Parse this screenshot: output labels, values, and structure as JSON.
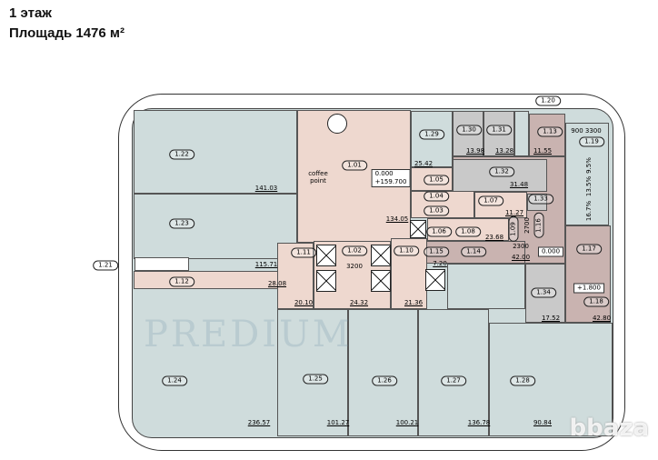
{
  "header": {
    "floor": "1 этаж",
    "area": "Площадь 1476 м²"
  },
  "rooms": {
    "r122": {
      "label": "1.22",
      "area": "141.03"
    },
    "r123": {
      "label": "1.23",
      "area": "115.71"
    },
    "r112": {
      "label": "1.12",
      "area": "28.08"
    },
    "r124": {
      "label": "1.24",
      "area": "236.57"
    },
    "r125": {
      "label": "1.25",
      "area": "101.27"
    },
    "r126": {
      "label": "1.26",
      "area": "100.21"
    },
    "r127": {
      "label": "1.27",
      "area": "136.78"
    },
    "r128": {
      "label": "1.28",
      "area": "90.84"
    },
    "r101": {
      "label": "1.01",
      "area": "134.05"
    },
    "r129": {
      "label": "1.29",
      "area": "25.42"
    },
    "r130": {
      "label": "1.30",
      "area": "13.98"
    },
    "r131": {
      "label": "1.31",
      "area": "13.28"
    },
    "r113": {
      "label": "1.13",
      "area": "11.55"
    },
    "r119": {
      "label": "1.19"
    },
    "r120": {
      "label": "1.20"
    },
    "r132": {
      "label": "1.32",
      "area": "31.48"
    },
    "r105": {
      "label": "1.05"
    },
    "r104": {
      "label": "1.04"
    },
    "r103": {
      "label": "1.03"
    },
    "r107": {
      "label": "1.07",
      "area": "11.27"
    },
    "r133": {
      "label": "1.33"
    },
    "r106": {
      "label": "1.06"
    },
    "r108": {
      "label": "1.08",
      "area": "23.68"
    },
    "r109": {
      "label": "1.09"
    },
    "r116": {
      "label": "1.16"
    },
    "r110": {
      "label": "1.10",
      "area": "21.36"
    },
    "r115": {
      "label": "1.15",
      "area": "7.20"
    },
    "r114": {
      "label": "1.14",
      "area": "42.00"
    },
    "r117": {
      "label": "1.17"
    },
    "r118": {
      "label": "1.18",
      "area": "42.80"
    },
    "r134": {
      "label": "1.34",
      "area": "17.52"
    },
    "r111": {
      "label": "1.11",
      "area": "20.10"
    },
    "r102": {
      "label": "1.02",
      "area": "24.32"
    },
    "r121": {
      "label": "1.21"
    }
  },
  "annotations": {
    "coffee": "coffee\npoint",
    "level0": "0.000",
    "level1": "+159.700",
    "level2": "0.000",
    "level3": "+1.800",
    "dim3200": "3200",
    "dim2300": "2300",
    "dim2700": "2700",
    "dim900": "900 3300",
    "pct1": "9.5%",
    "pct2": "13.5%",
    "pct3": "16.7%"
  },
  "watermark": "PREDIUM",
  "site_watermark": "bbaza",
  "colors": {
    "office": "#cfdcdc",
    "common": "#eed8cf",
    "technical": "#c9c9c9",
    "service": "#c9b3b0"
  }
}
